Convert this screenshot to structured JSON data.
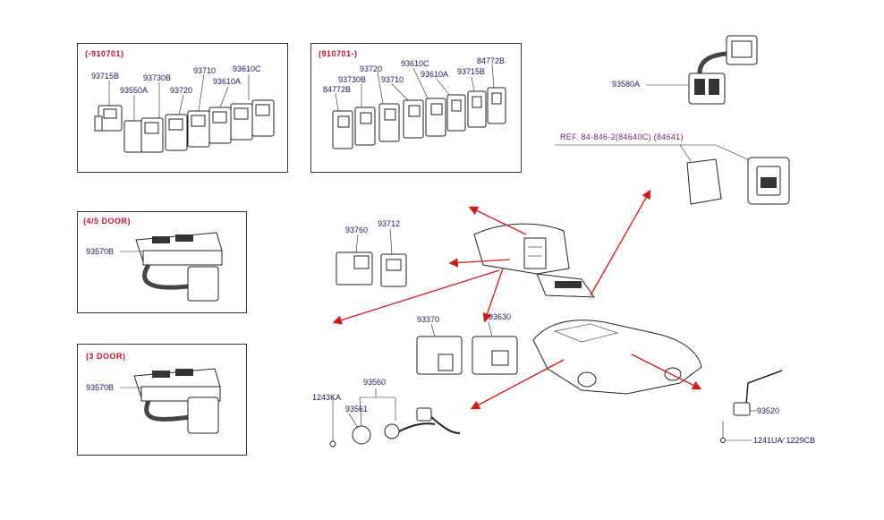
{
  "diagram": {
    "boxes": {
      "top_left_header": "(-910701)",
      "top_mid_header": "(910701-)",
      "door45_header": "(4/5  DOOR)",
      "door3_header": "(3  DOOR)"
    },
    "labels": {
      "tl_93715B": "93715B",
      "tl_93730B": "93730B",
      "tl_93710": "93710",
      "tl_93610C": "93610C",
      "tl_93550A": "93550A",
      "tl_93720": "93720",
      "tl_93610A": "93610A",
      "tm_93720": "93720",
      "tm_93610C": "93610C",
      "tm_84772B_top": "84772B",
      "tm_93730B": "93730B",
      "tm_93710": "93710",
      "tm_93610A": "93610A",
      "tm_93715B": "93715B",
      "tm_84772B_left": "84772B",
      "r_93580A": "93580A",
      "door45_93570B": "93570B",
      "door3_93570B": "93570B",
      "c_93760": "93760",
      "c_93712": "93712",
      "c_93370": "93370",
      "c_93630": "93630",
      "b_93560": "93560",
      "b_1243KA": "1243KA",
      "b_93561": "93561",
      "r_93520": "93520",
      "r_1241UA": "1241UA∕ 1229CB"
    },
    "ref_label": "REF. 84-846-2(84640C) (84641)"
  },
  "colors": {
    "header_red": "#c8102e",
    "arrow_red": "#d01c1c",
    "label_navy": "#1a1a5a",
    "ref_purple": "#7a2060"
  }
}
